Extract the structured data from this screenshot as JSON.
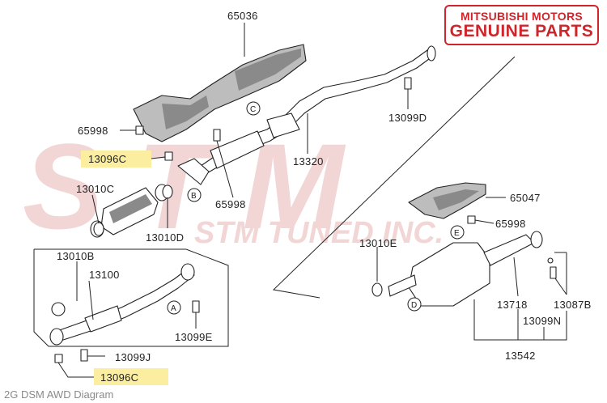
{
  "brand": {
    "line1": "MITSUBISHI MOTORS",
    "line2": "GENUINE PARTS",
    "color": "#d0242b"
  },
  "watermark": {
    "logo": "STM",
    "text": "STM TUNED INC.",
    "color": "#f2d6d6"
  },
  "highlight_color": "#fbeea0",
  "parts": {
    "p65036": "65036",
    "p65998_left": "65998",
    "p13096c_top": "13096C",
    "p13010c": "13010C",
    "p13010d": "13010D",
    "p65998_mid": "65998",
    "p13320": "13320",
    "p13099d": "13099D",
    "p65047": "65047",
    "p65998_right": "65998",
    "p13010e": "13010E",
    "p13010b": "13010B",
    "p13100": "13100",
    "p13099e": "13099E",
    "p13099j": "13099J",
    "p13096c_bottom": "13096C",
    "p13718": "13718",
    "p13087b": "13087B",
    "p13099n": "13099N",
    "p13542": "13542"
  },
  "callouts": {
    "a": "A",
    "b": "B",
    "c": "C",
    "d": "D",
    "e": "E"
  },
  "caption": "2G DSM AWD Diagram"
}
